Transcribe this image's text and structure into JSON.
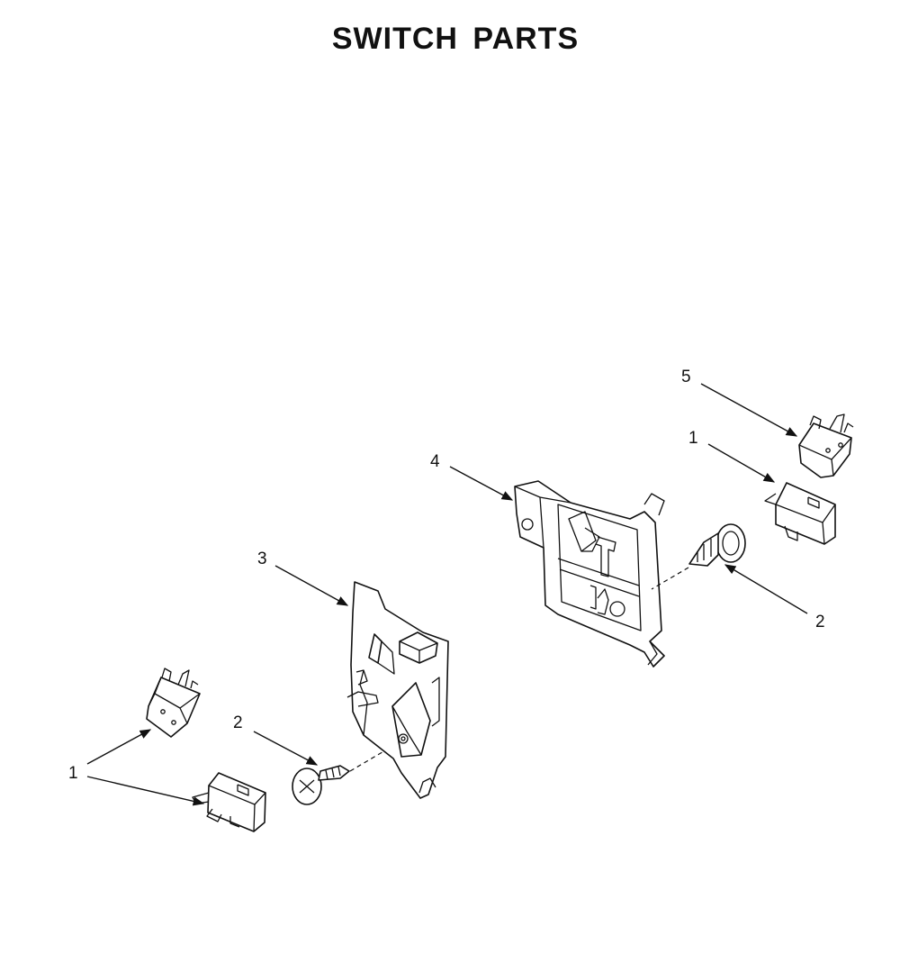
{
  "title": "SWITCH PARTS",
  "callouts": {
    "left_switch": "1",
    "left_screw": "2",
    "left_bracket": "3",
    "right_bracket": "4",
    "right_top_switch": "5",
    "right_switch": "1",
    "right_screw": "2"
  }
}
